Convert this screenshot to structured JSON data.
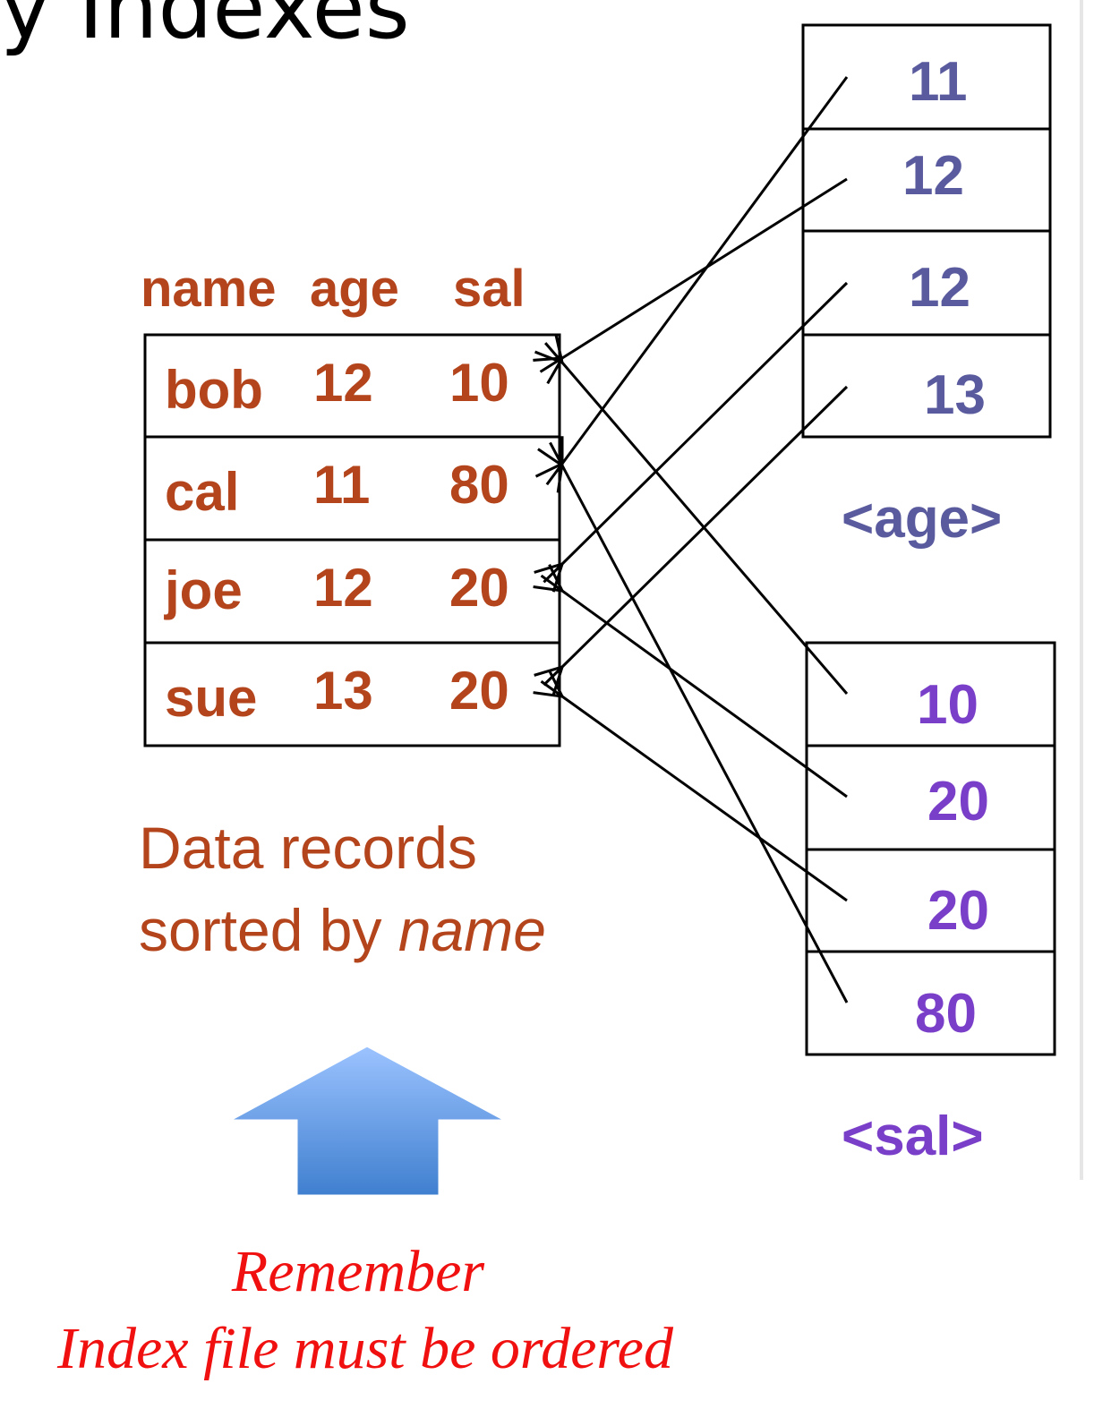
{
  "title": "y Indexes",
  "records": {
    "headers": [
      "name",
      "age",
      "sal"
    ],
    "rows": [
      {
        "name": "bob",
        "age": "12",
        "sal": "10"
      },
      {
        "name": "cal",
        "age": "11",
        "sal": "80"
      },
      {
        "name": "joe",
        "age": "12",
        "sal": "20"
      },
      {
        "name": "sue",
        "age": "13",
        "sal": "20"
      }
    ],
    "caption_line1": "Data records",
    "caption_line2_prefix": "sorted by ",
    "caption_line2_emph": "name"
  },
  "age_index": {
    "label": "<age>",
    "entries": [
      "11",
      "12",
      "12",
      "13"
    ],
    "targets": [
      1,
      0,
      2,
      3
    ]
  },
  "sal_index": {
    "label": "<sal>",
    "entries": [
      "10",
      "20",
      "20",
      "80"
    ],
    "targets": [
      0,
      2,
      3,
      1
    ]
  },
  "note": {
    "line1": "Remember",
    "line2": "Index file must be ordered"
  },
  "colors": {
    "record_text": "#b3441b",
    "age_text": "#5a5b9e",
    "sal_text": "#7a3fc9",
    "note_text": "#f01010",
    "arrow_top": "#9cc3ff",
    "arrow_bottom": "#3f7fcf"
  }
}
